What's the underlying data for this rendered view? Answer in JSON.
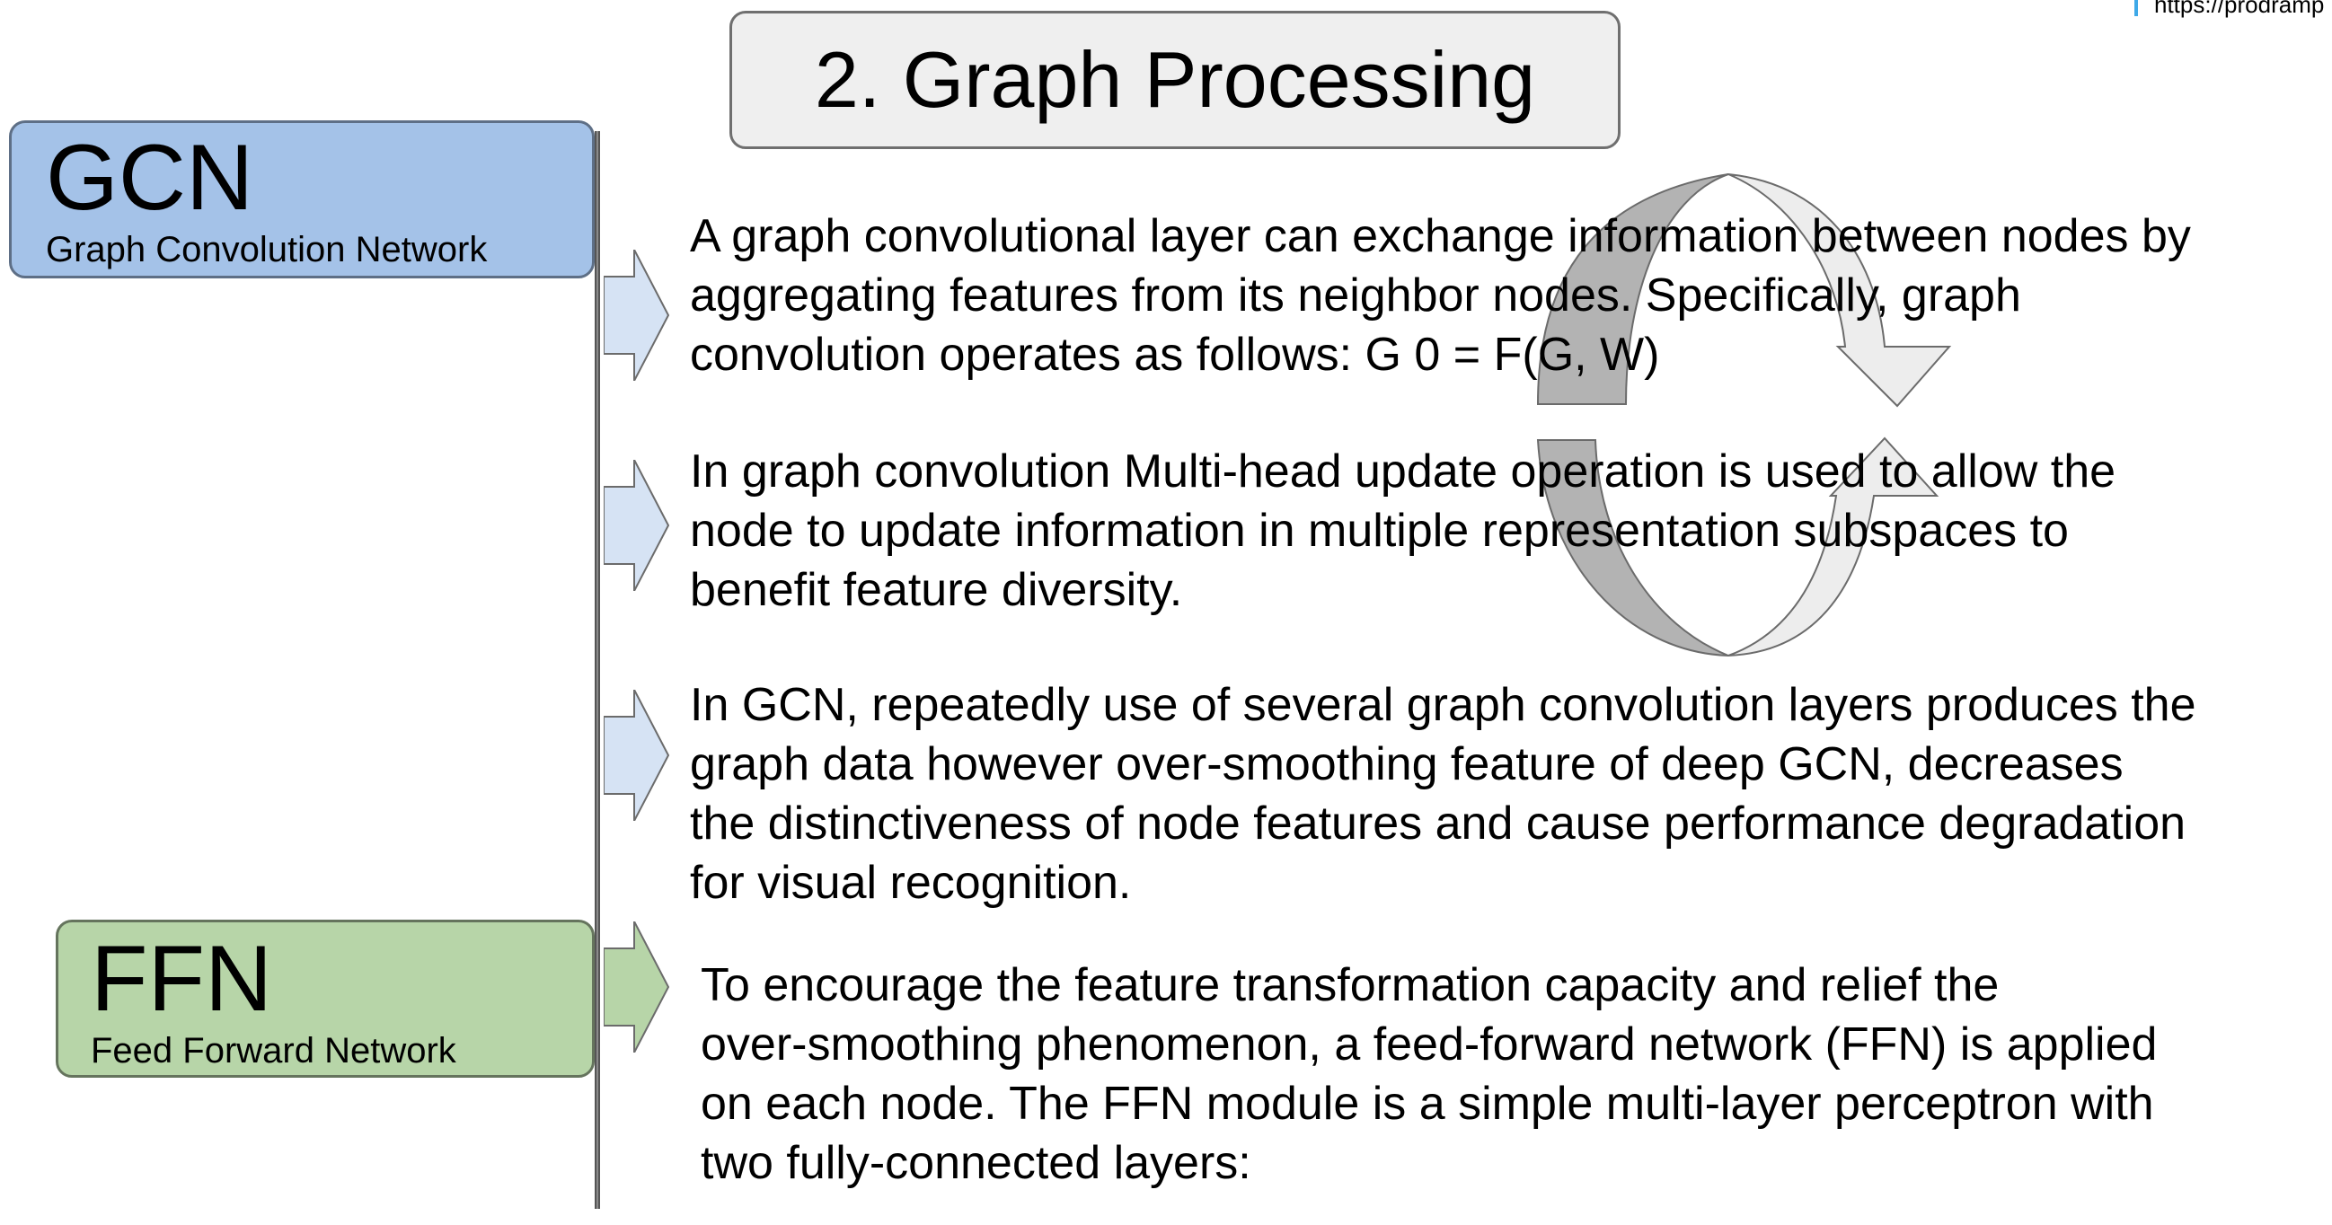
{
  "header": {
    "url_fragment": "https://prodramp"
  },
  "slide": {
    "title": "2. Graph Processing"
  },
  "gcn": {
    "abbr": "GCN",
    "full_name": "Graph Convolution Network",
    "color": "#a4c2e8"
  },
  "ffn": {
    "abbr": "FFN",
    "full_name": "Feed Forward Network",
    "color": "#b7d5a8"
  },
  "paragraphs": [
    {
      "lines": [
        "A graph convolutional layer can exchange information between nodes by",
        "aggregating features from its neighbor nodes. Specifically, graph",
        "convolution operates as follows: G 0 = F(G, W)"
      ]
    },
    {
      "lines": [
        "In graph convolution Multi-head update operation is used to allow the",
        "node to update information in multiple representation subspaces to",
        "benefit feature diversity."
      ]
    },
    {
      "lines": [
        "In GCN, repeatedly use of several graph convolution layers produces the",
        "graph data however over-smoothing feature of deep GCN, decreases",
        "the distinctiveness of node features and cause performance degradation",
        "for  visual recognition."
      ]
    },
    {
      "lines": [
        "To encourage the feature transformation capacity and relief the",
        "over-smoothing phenomenon, a feed-forward network (FFN) is applied",
        "on each node. The FFN module is a simple multi-layer perceptron with",
        "two fully-connected layers:"
      ]
    }
  ],
  "icons": {
    "gcn_arrows": "right-chevron-arrow-icon",
    "ffn_arrow": "right-chevron-arrow-icon",
    "cycle": "circular-refresh-arrows-icon"
  },
  "colors": {
    "gcn_arrow_fill": "#d6e3f4",
    "ffn_arrow_fill": "#b7d5a8",
    "title_bg": "#efefef",
    "cycle_dark": "#b3b3b3",
    "cycle_light": "#ededed"
  }
}
